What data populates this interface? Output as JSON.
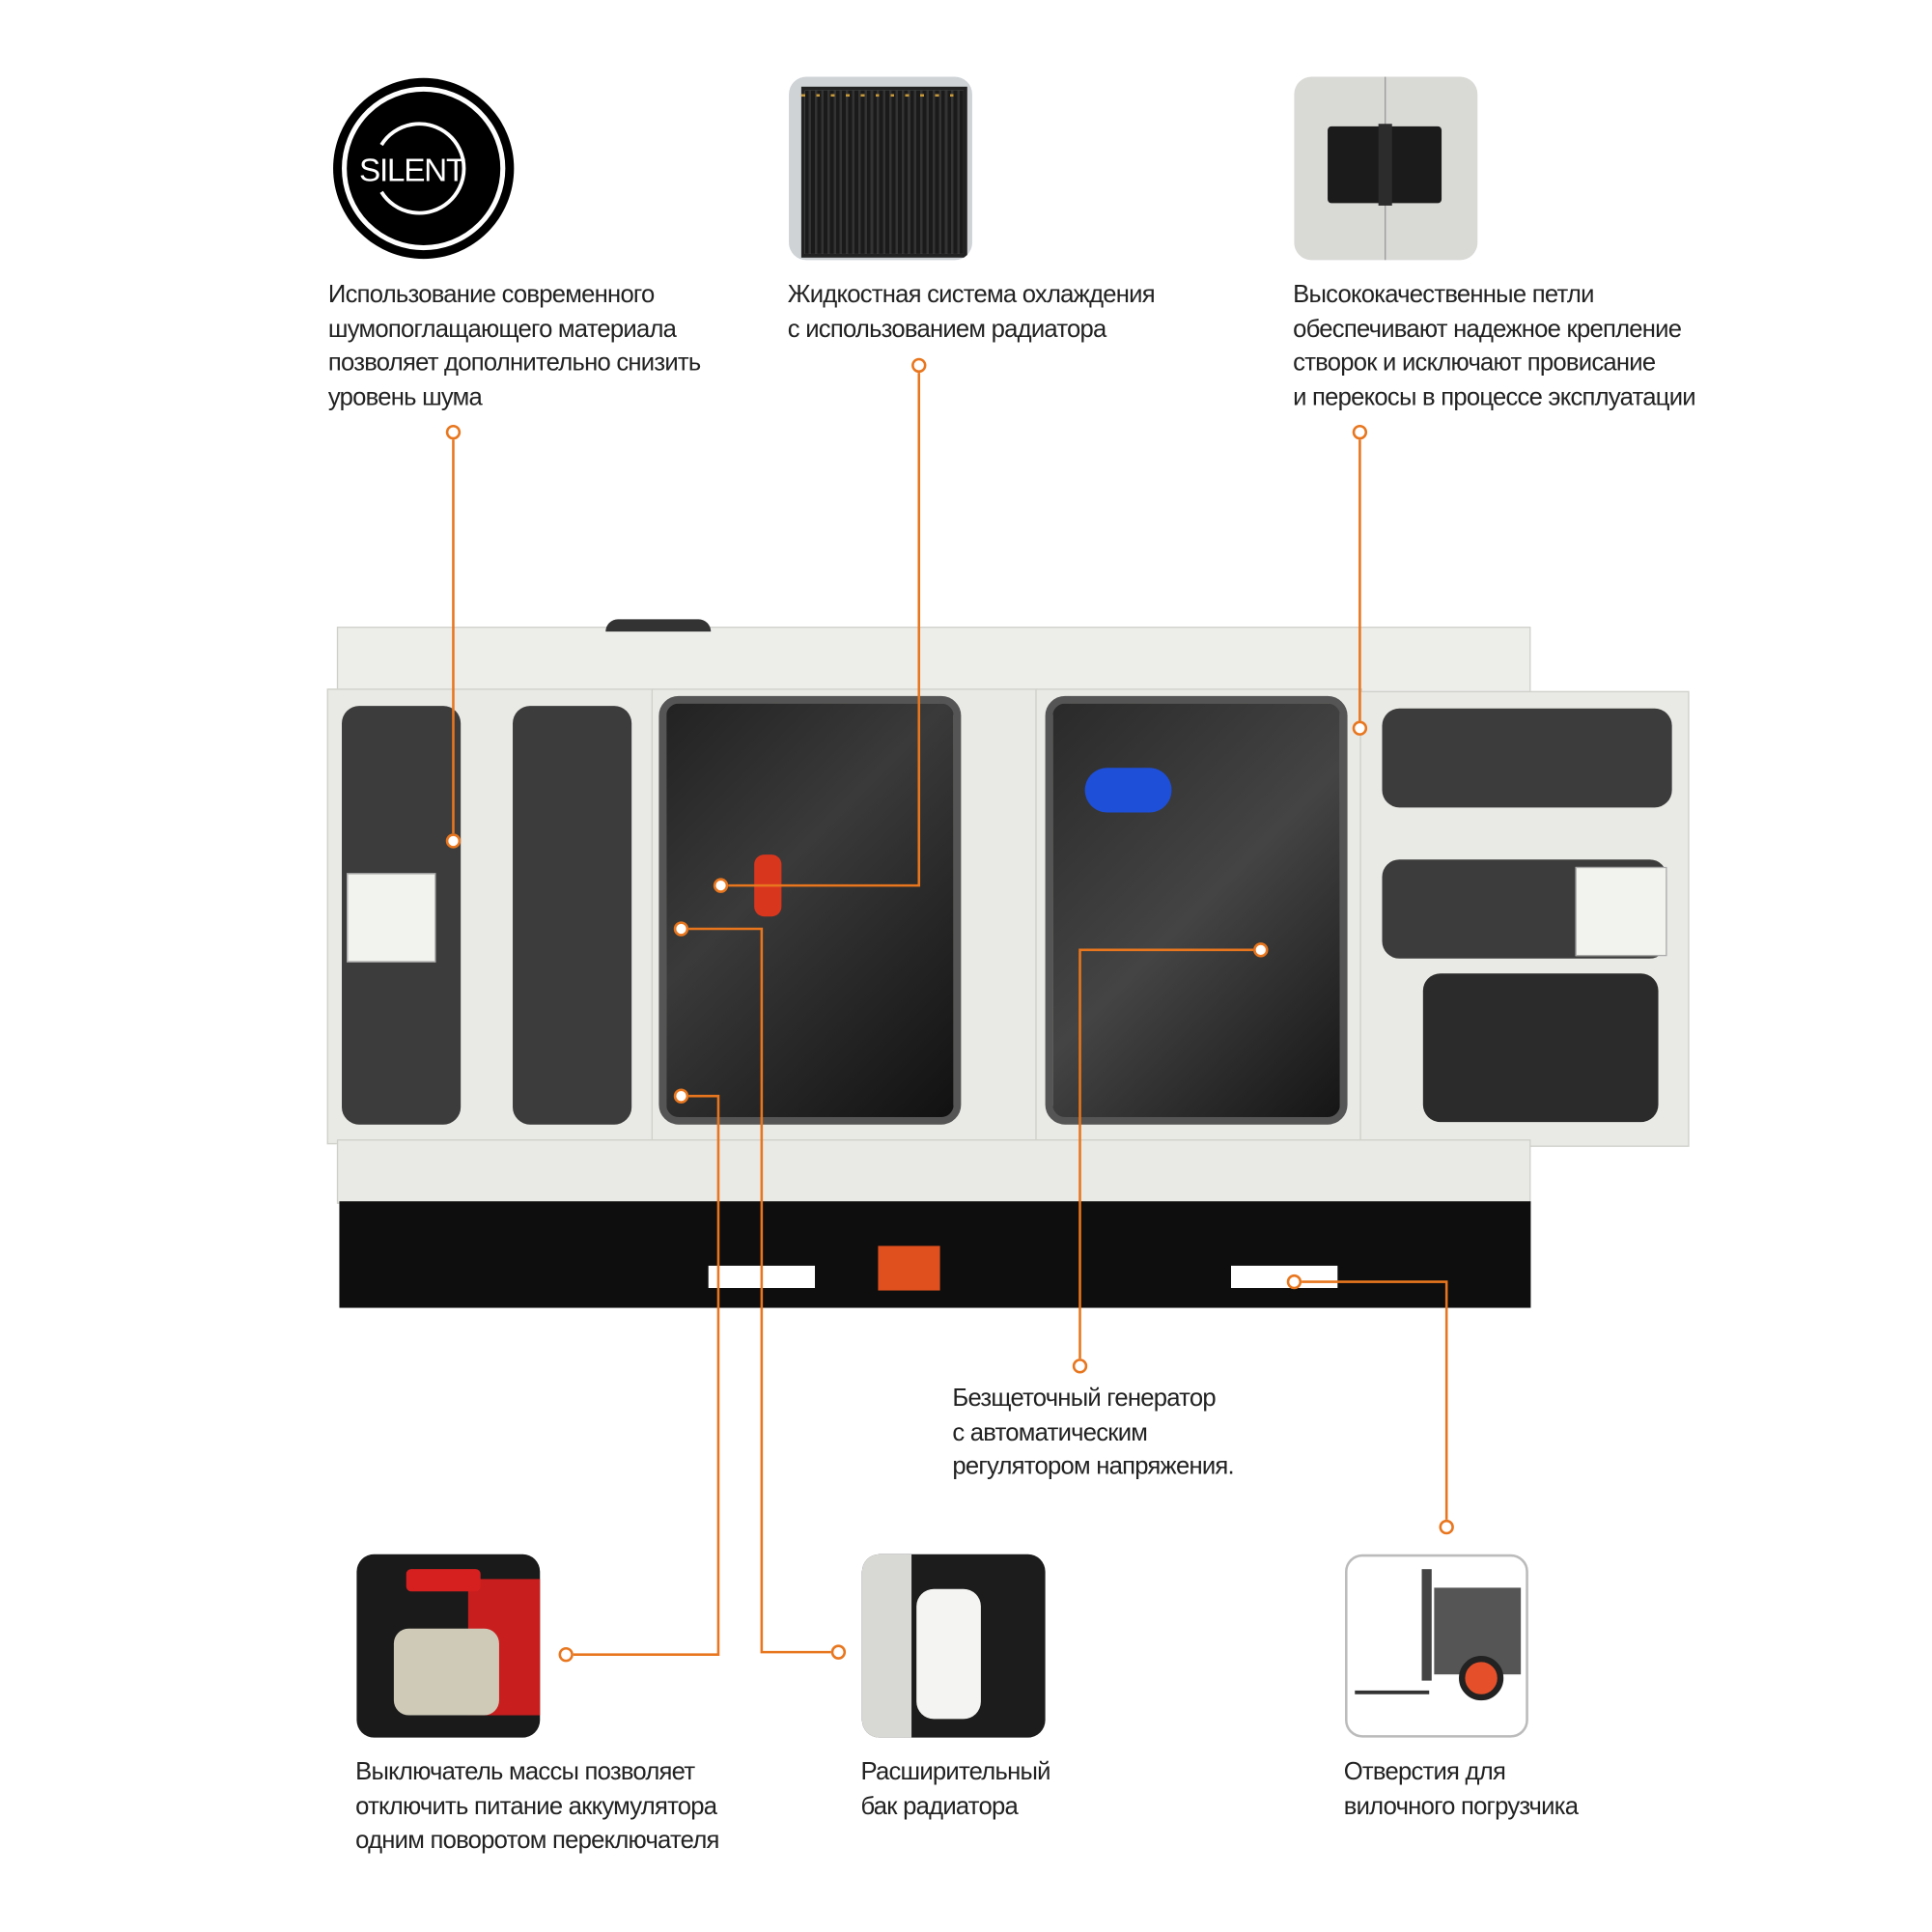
{
  "accent_color": "#e8761e",
  "logo": {
    "text": "SILENT"
  },
  "features": {
    "silent": {
      "lines": [
        "Использование современного",
        "шумопоглащающего материала",
        "позволяет дополнительно снизить",
        "уровень шума"
      ],
      "icon": "silent-logo-icon"
    },
    "radiator": {
      "lines": [
        "Жидкостная система охлаждения",
        "с использованием радиатора"
      ],
      "icon": "radiator-photo"
    },
    "hinges": {
      "lines": [
        "Высококачественные петли",
        "обеспечивают надежное крепление",
        "створок и исключают провисание",
        "и перекосы в процессе эксплуатации"
      ],
      "icon": "hinge-photo"
    },
    "generator": {
      "lines": [
        "Безщеточный генератор",
        "с автоматическим",
        "регулятором напряжения."
      ]
    },
    "switch": {
      "lines": [
        "Выключатель массы позволяет",
        "отключить питание аккумулятора",
        "одним поворотом переключателя"
      ],
      "icon": "battery-switch-photo"
    },
    "tank": {
      "lines": [
        "Расширительный",
        "бак радиатора"
      ],
      "icon": "expansion-tank-photo"
    },
    "forklift": {
      "lines": [
        "Отверстия для",
        "вилочного погрузчика"
      ],
      "icon": "forklift-photo"
    }
  }
}
